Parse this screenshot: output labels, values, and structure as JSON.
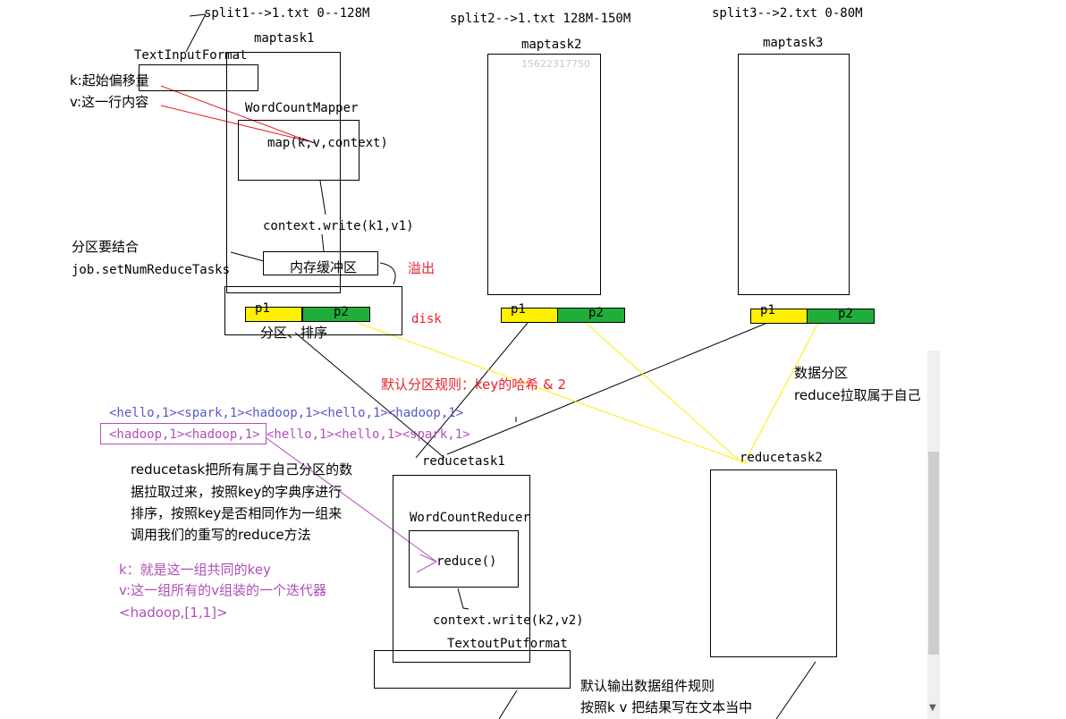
{
  "splits": {
    "s1": "split1-->1.txt 0--128M",
    "s2": "split2-->1.txt 128M-150M",
    "s3": "split3-->2.txt 0-80M"
  },
  "maptasks": {
    "m1": "maptask1",
    "m2": "maptask2",
    "m3": "maptask3"
  },
  "watermark": "15622317750",
  "mapper": {
    "input_format": "TextInputFormat",
    "k_desc": "k:起始偏移量",
    "v_desc": "v:这一行内容",
    "mapper_class": "WordCountMapper",
    "map_method": "map(k,v,context)",
    "context_write": "context.write(k1,v1)",
    "buffer": "内存缓冲区",
    "spill": "溢出",
    "partition_note_1": "分区要结合",
    "partition_note_2": "job.setNumReduceTasks",
    "disk": "disk",
    "partition_sort": "分区、排序"
  },
  "partitions": {
    "p1": "p1",
    "p2": "p2"
  },
  "default_rule": "默认分区规则：key的哈希  &   2",
  "data_partition": {
    "line1": "数据分区",
    "line2": "reduce拉取属于自己"
  },
  "kv": {
    "line1": "<hello,1><spark,1><hadoop,1><hello,1><hadoop,1>",
    "line2_group": "<hadoop,1><hadoop,1>",
    "line2_rest": "<hello,1><hello,1><spark,1>"
  },
  "reduce_desc": [
    "reducetask把所有属于自己分区的数",
    "据拉取过来，按照key的字典序进行",
    "排序，按照key是否相同作为一组来",
    "调用我们的重写的reduce方法"
  ],
  "reduce_kv": {
    "k": "k：就是这一组共同的key",
    "v": "v:这一组所有的v组装的一个迭代器",
    "example": "<hadoop,[1,1]>"
  },
  "reducetasks": {
    "r1": "reducetask1",
    "r2": "reducetask2"
  },
  "reducer": {
    "class": "WordCountReducer",
    "method": "reduce()",
    "context_write": "context.write(k2,v2)",
    "output_format": "TextoutPutformat"
  },
  "output_note": {
    "line1": "默认输出数据组件规则",
    "line2": "按照k v 把结果写在文本当中"
  },
  "colors": {
    "red": "#e8222c",
    "yellow": "#ffef00",
    "green": "#1fae3a",
    "blue": "#5a58c8",
    "purple": "#b04fb8"
  }
}
